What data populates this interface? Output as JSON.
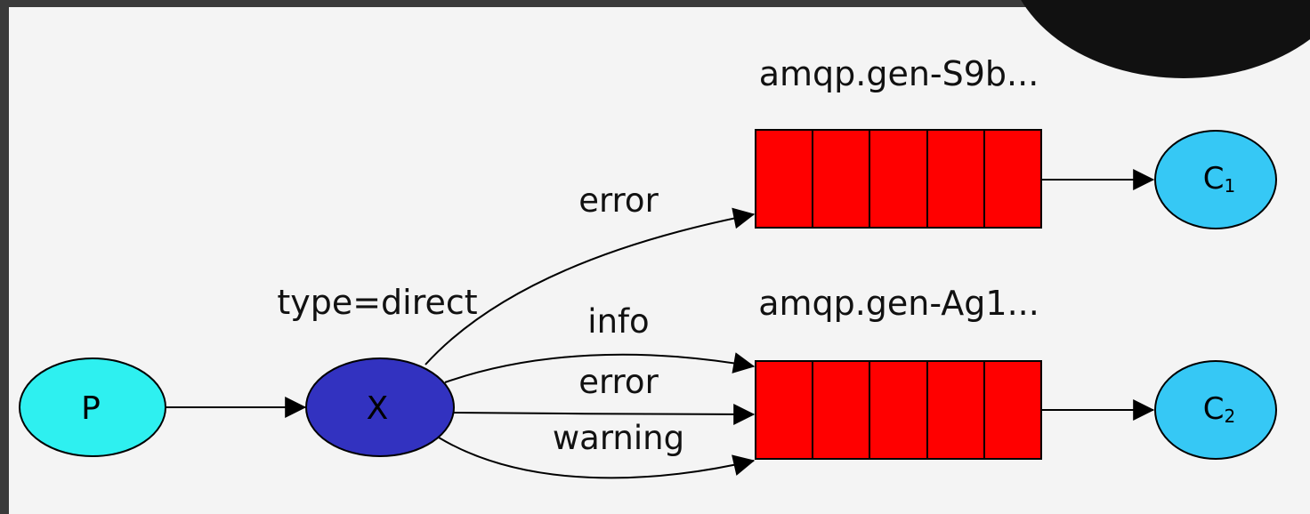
{
  "diagram": {
    "exchange": {
      "label": "X",
      "type_label": "type=direct"
    },
    "producer": {
      "label": "P"
    },
    "queues": [
      {
        "name": "amqp.gen-S9b..."
      },
      {
        "name": "amqp.gen-Ag1..."
      }
    ],
    "consumers": [
      {
        "label": "C",
        "subscript": "1"
      },
      {
        "label": "C",
        "subscript": "2"
      }
    ],
    "bindings": [
      {
        "routing_key": "error"
      },
      {
        "routing_key": "info"
      },
      {
        "routing_key": "error"
      },
      {
        "routing_key": "warning"
      }
    ]
  },
  "colors": {
    "producer_fill": "#2ef0f0",
    "exchange_fill": "#3232c0",
    "queue_fill": "#ff0000",
    "consumer_fill": "#36c8f5",
    "frame_bg": "#3a3a3a",
    "canvas_bg": "#f4f4f4",
    "webcam_overlay": "#111111"
  }
}
